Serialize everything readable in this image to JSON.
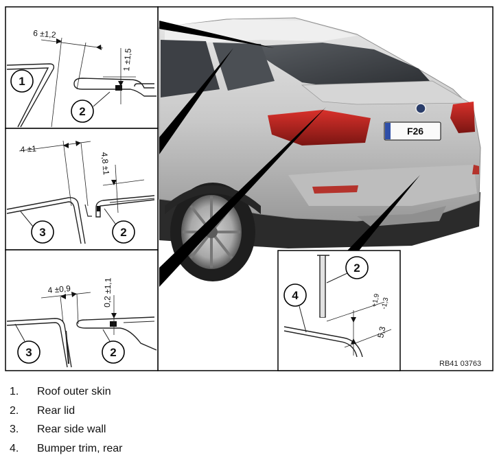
{
  "figure": {
    "reference_code": "RB41 03763",
    "license_plate": "F26",
    "detail_1": {
      "dim_horizontal": "6 ±1,2",
      "dim_vertical": "1 ±1,5",
      "callouts": [
        "1",
        "2"
      ]
    },
    "detail_2": {
      "dim_horizontal": "4 ±1",
      "dim_vertical": "4,8 ±1",
      "callouts": [
        "3",
        "2"
      ]
    },
    "detail_3": {
      "dim_horizontal": "4 ±0,9",
      "dim_vertical": "0,2 ±1,1",
      "callouts": [
        "3",
        "2"
      ]
    },
    "detail_4": {
      "dim_main": "5,3",
      "tol_upper": "+1,9",
      "tol_lower": "-1,3",
      "callouts": [
        "2",
        "4"
      ]
    }
  },
  "legend": [
    {
      "number": "1.",
      "label": "Roof outer skin"
    },
    {
      "number": "2.",
      "label": "Rear lid"
    },
    {
      "number": "3.",
      "label": "Rear side wall"
    },
    {
      "number": "4.",
      "label": "Bumper trim, rear"
    }
  ]
}
